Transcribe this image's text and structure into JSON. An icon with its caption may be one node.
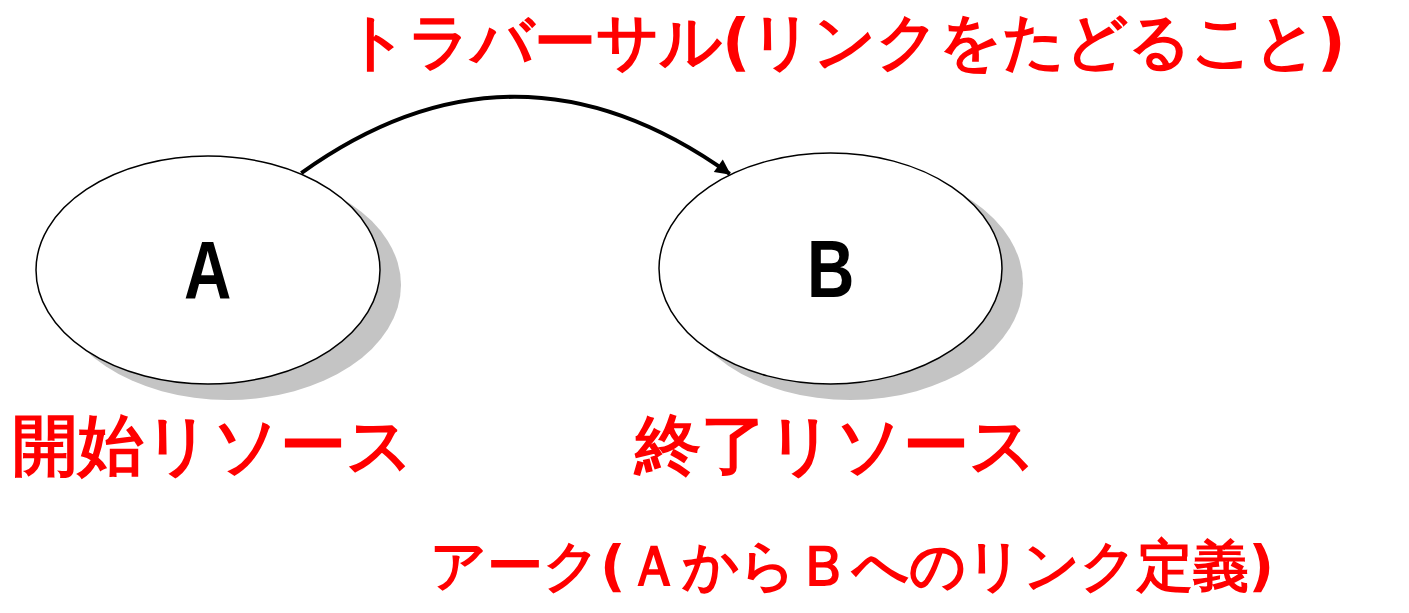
{
  "diagram": {
    "nodes": [
      {
        "text": [
          "A"
        ],
        "beside": [
          "開始リソース"
        ]
      },
      {
        "text": [
          "B"
        ],
        "beside": [
          "終了リソース"
        ]
      }
    ],
    "edges": [
      {
        "from": 0,
        "to": 1,
        "arrow": "to",
        "label": "トラバーサル(リンクをたどること)"
      }
    ],
    "labels": [
      "アーク(ＡからＢへのリンク定義)"
    ]
  }
}
